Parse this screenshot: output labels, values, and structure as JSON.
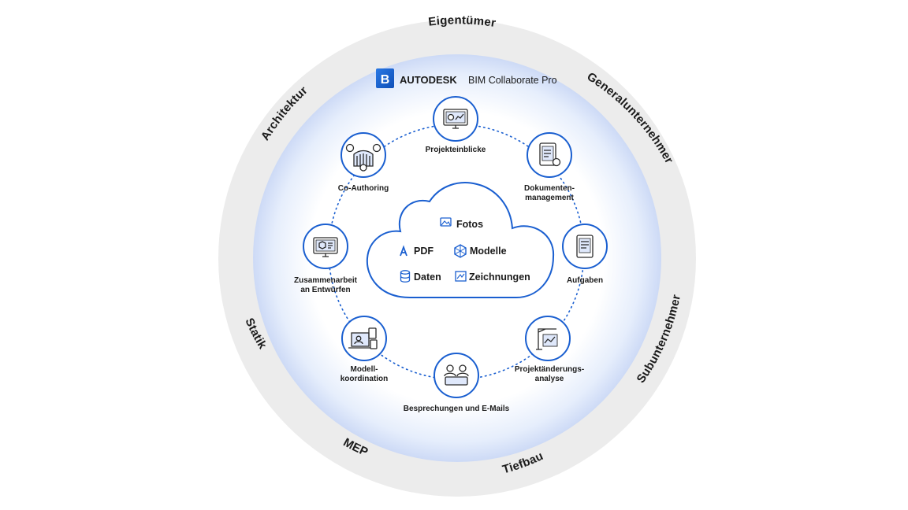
{
  "brand": {
    "logo_letter": "B",
    "company": "AUTODESK",
    "product": "BIM Collaborate Pro"
  },
  "outer_ring": {
    "labels": [
      "Eigentümer",
      "Generalunternehmer",
      "Subunternehmer",
      "Tiefbau",
      "MEP",
      "Statik",
      "Architektur"
    ]
  },
  "cloud": {
    "items": [
      {
        "label": "Fotos",
        "icon": "photo-icon"
      },
      {
        "label": "PDF",
        "icon": "pdf-icon"
      },
      {
        "label": "Modelle",
        "icon": "model-icon"
      },
      {
        "label": "Daten",
        "icon": "database-icon"
      },
      {
        "label": "Zeichnungen",
        "icon": "drawing-icon"
      }
    ]
  },
  "nodes": [
    {
      "id": "projekteinblicke",
      "lines": [
        "Projekteinblicke"
      ],
      "icon": "dashboard-monitor-icon"
    },
    {
      "id": "dokumentenmanagement",
      "lines": [
        "Dokumenten-",
        "management"
      ],
      "icon": "document-tablet-icon"
    },
    {
      "id": "aufgaben",
      "lines": [
        "Aufgaben"
      ],
      "icon": "task-tablet-icon"
    },
    {
      "id": "projektaenderungsanalyse",
      "lines": [
        "Projektänderungs-",
        "analyse"
      ],
      "icon": "crane-analysis-icon"
    },
    {
      "id": "besprechungen",
      "lines": [
        "Besprechungen und E-Mails"
      ],
      "icon": "meeting-icon"
    },
    {
      "id": "modellkoordination",
      "lines": [
        "Modell-",
        "koordination"
      ],
      "icon": "coordination-icon"
    },
    {
      "id": "zusammenarbeit",
      "lines": [
        "Zusammenarbeit",
        "an Entwürfen"
      ],
      "icon": "design-monitor-icon"
    },
    {
      "id": "coauthoring",
      "lines": [
        "Co-Authoring"
      ],
      "icon": "coauthoring-building-icon"
    }
  ],
  "colors": {
    "accent": "#1a5fd0",
    "outer_ring": "#ececec",
    "inner_glow": "#cfdcf7",
    "text": "#1b1b1b"
  }
}
